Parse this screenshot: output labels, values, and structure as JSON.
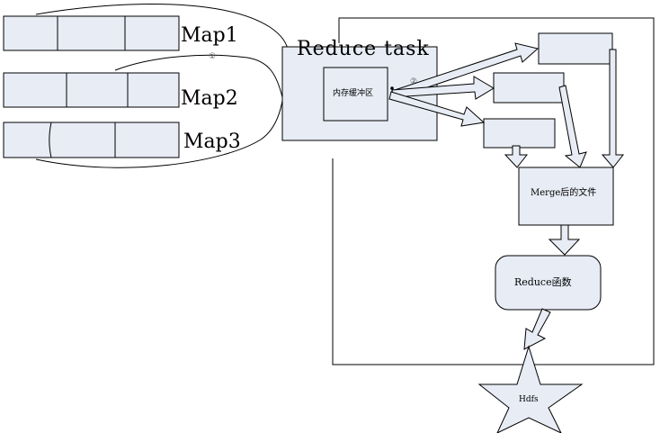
{
  "maps": [
    {
      "label": "Map1"
    },
    {
      "label": "Map2"
    },
    {
      "label": "Map3"
    }
  ],
  "reduce_task": {
    "title": "Reduce task",
    "buffer_label": "内存缓冲区"
  },
  "markers": {
    "one": "①",
    "two": "②"
  },
  "merge_label": "Merge后的文件",
  "reduce_function_label": "Reduce函数",
  "output_label": "Hdfs",
  "colors": {
    "box_fill": "#e7ecf5",
    "stroke": "#000000",
    "background": "#ffffff"
  }
}
